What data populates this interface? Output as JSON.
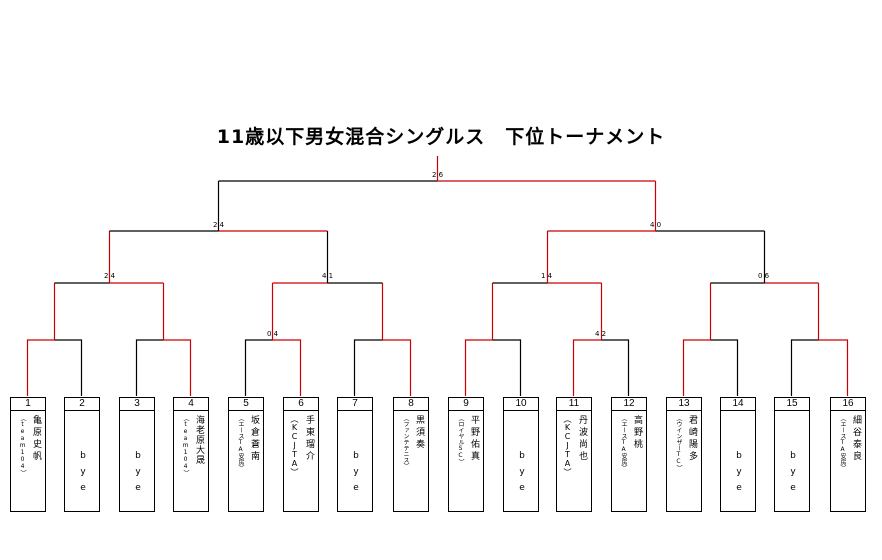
{
  "title": "11歳以下男女混合シングルス　下位トーナメント",
  "scores": {
    "final": "2 6",
    "semi_left": "2 4",
    "semi_right": "4 0",
    "qf_1": "2 4",
    "qf_2": "4 1",
    "qf_3": "1 4",
    "qf_4": "0 6",
    "r1_3": "0 4",
    "r1_6": "4 2"
  },
  "players": [
    {
      "num": "1",
      "name": "亀原史帆",
      "club": "（team104）"
    },
    {
      "num": "2",
      "name": "bye",
      "club": ""
    },
    {
      "num": "3",
      "name": "bye",
      "club": ""
    },
    {
      "num": "4",
      "name": "海老原大晟",
      "club": "（team104）"
    },
    {
      "num": "5",
      "name": "坂倉蒼南",
      "club": "（エースTA安房）"
    },
    {
      "num": "6",
      "name": "手東瑠介",
      "club": "（KCJTA）"
    },
    {
      "num": "7",
      "name": "bye",
      "club": ""
    },
    {
      "num": "8",
      "name": "黒須奏",
      "club": "（ファンテテニス）"
    },
    {
      "num": "9",
      "name": "平野佑真",
      "club": "（ロイヤルSC）"
    },
    {
      "num": "10",
      "name": "bye",
      "club": ""
    },
    {
      "num": "11",
      "name": "丹波尚也",
      "club": "（KCJTA）"
    },
    {
      "num": "12",
      "name": "高野桃",
      "club": "（エースTA安房）"
    },
    {
      "num": "13",
      "name": "君崎陽多",
      "club": "（ウインザーTC）"
    },
    {
      "num": "14",
      "name": "bye",
      "club": ""
    },
    {
      "num": "15",
      "name": "bye",
      "club": ""
    },
    {
      "num": "16",
      "name": "細谷泰良",
      "club": "（エースTA安房）"
    }
  ],
  "colors": {
    "winner_line": "#cc0000",
    "loser_line": "#000000"
  }
}
